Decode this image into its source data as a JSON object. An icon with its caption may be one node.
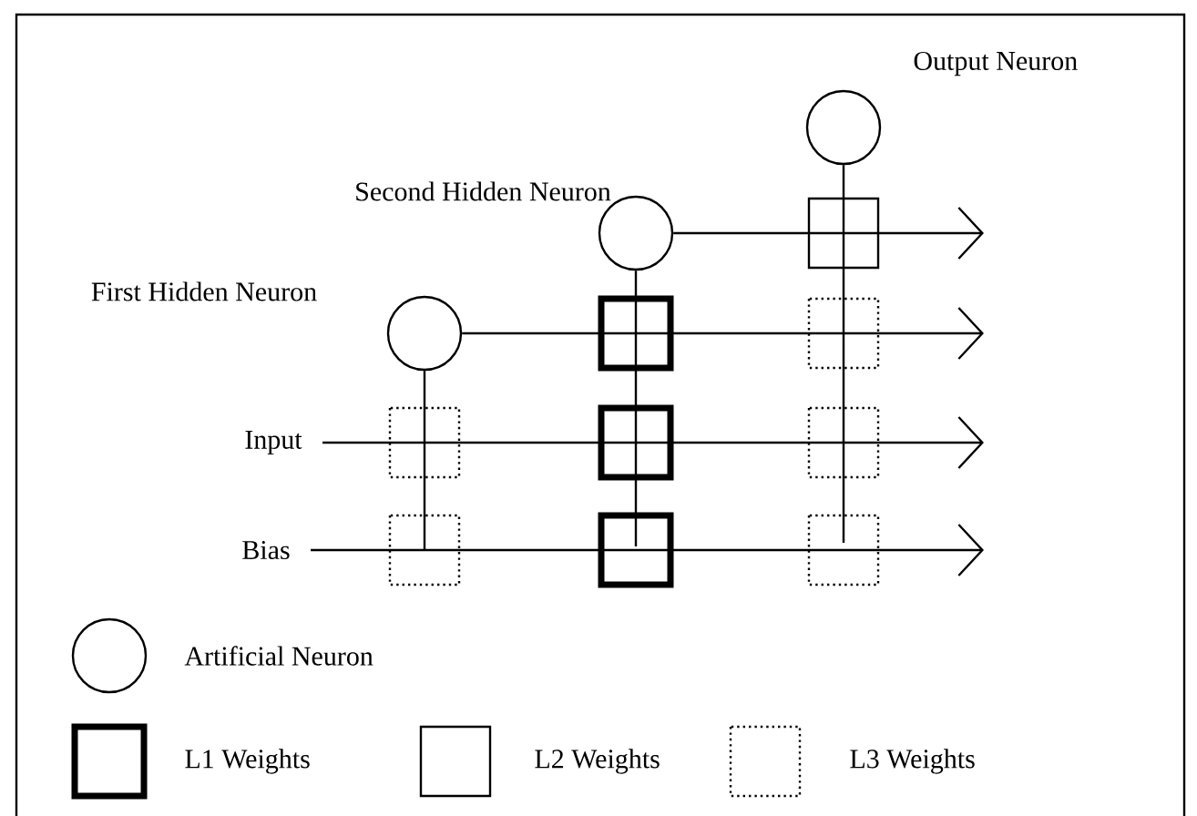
{
  "diagram": {
    "nodes": [
      {
        "text": [
          "First Hidden Neuron"
        ]
      },
      {
        "text": [
          "Second Hidden Neuron"
        ]
      },
      {
        "text": [
          "Output Neuron"
        ]
      },
      {
        "text": [
          "Input"
        ]
      },
      {
        "text": [
          "Bias"
        ]
      }
    ],
    "edges": [
      {
        "from": 3,
        "to": null,
        "arrow": "to"
      },
      {
        "from": 4,
        "to": null,
        "arrow": "to"
      },
      {
        "from": 0,
        "to": null,
        "arrow": "to"
      },
      {
        "from": 1,
        "to": null,
        "arrow": "to"
      },
      {
        "from": 0,
        "to": null,
        "arrow": "none"
      },
      {
        "from": 1,
        "to": null,
        "arrow": "none"
      },
      {
        "from": 2,
        "to": null,
        "arrow": "none"
      }
    ],
    "legend": [
      {
        "text": "Artificial Neuron"
      },
      {
        "text": "L1 Weights"
      },
      {
        "text": "L2 Weights"
      },
      {
        "text": "L3 Weights"
      }
    ]
  }
}
